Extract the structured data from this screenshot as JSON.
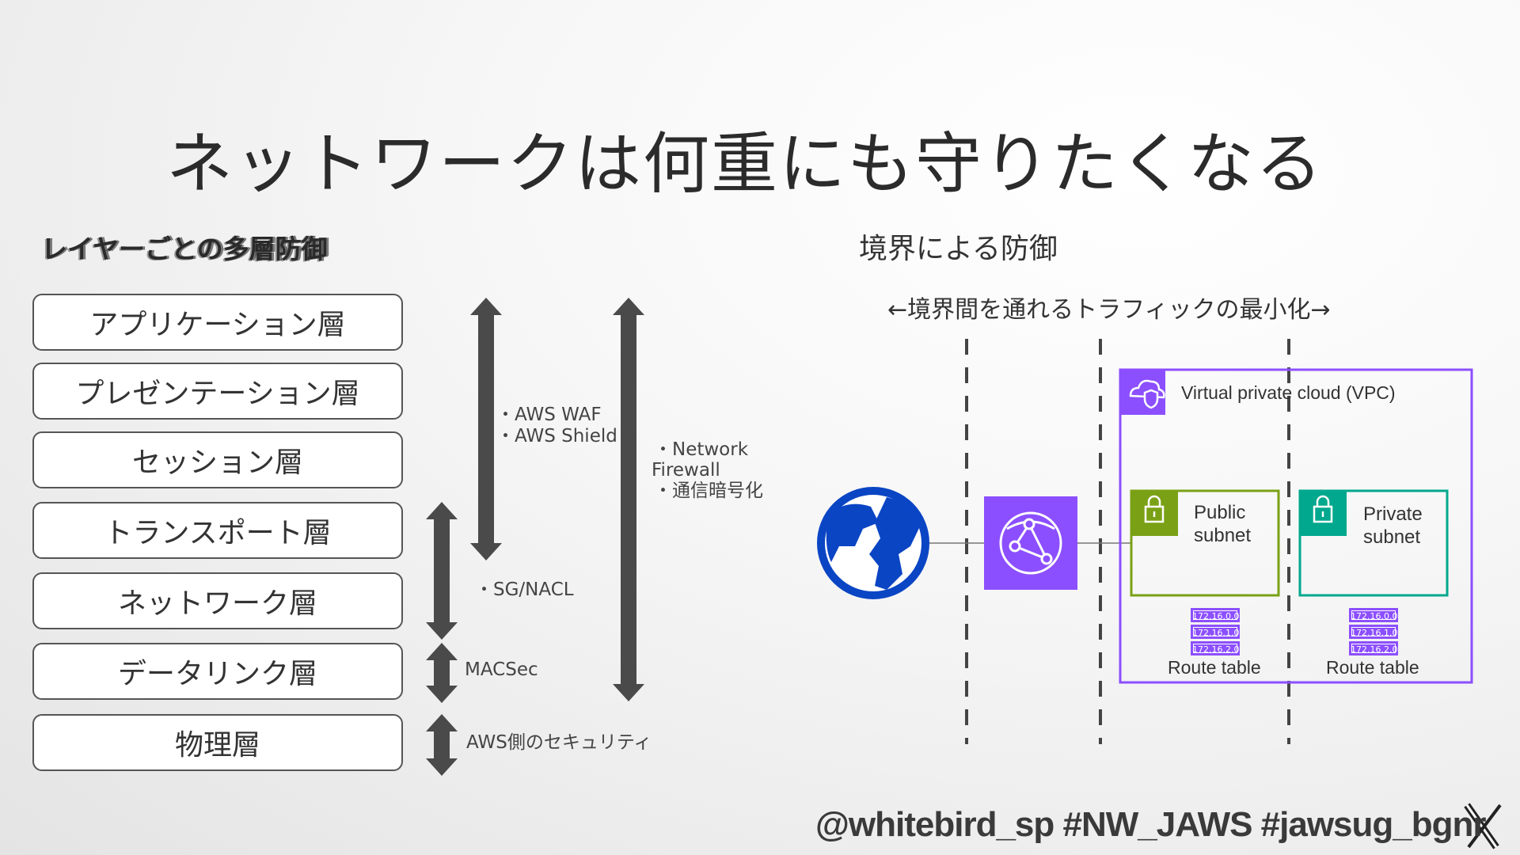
{
  "slide": {
    "title": "ネットワークは何重にも守りたくなる",
    "left_heading": "レイヤーごとの多層防御",
    "right_heading": "境界による防御",
    "handle": "@whitebird_sp #NW_JAWS #jawsug_bgnr",
    "x_logo_icon": "x-logo-icon"
  },
  "layers": [
    {
      "label": "アプリケーション層"
    },
    {
      "label": "プレゼンテーション層"
    },
    {
      "label": "セッション層"
    },
    {
      "label": "トランスポート層"
    },
    {
      "label": "ネットワーク層"
    },
    {
      "label": "データリンク層"
    },
    {
      "label": "物理層"
    }
  ],
  "arrow_labels": {
    "waf": "・AWS WAF",
    "shield": "・AWS Shield",
    "nw_firewall": "・Network",
    "nw_firewall_2": "Firewall",
    "encryption": "・通信暗号化",
    "sg_nacl": "・SG/NACL",
    "macsec": "MACSec",
    "aws_side": "AWS側のセキュリティ"
  },
  "boundary": {
    "caption": "←境界間を通れるトラフィックの最小化→",
    "vpc_label": "Virtual private cloud (VPC)",
    "public_subnet": [
      "Public",
      "subnet"
    ],
    "private_subnet": [
      "Private",
      "subnet"
    ],
    "route_table_label": "Route table",
    "route_entries": [
      "172.16.0.0",
      "172.16.1.0",
      "172.16.2.0"
    ]
  },
  "colors": {
    "arrow": "#4a4a4a",
    "vpc_purple": "#8c4fff",
    "public_green": "#7aa116",
    "private_teal": "#01a88d",
    "globe_blue": "#0a45c4",
    "cloudfront_purple": "#8c4fff"
  }
}
